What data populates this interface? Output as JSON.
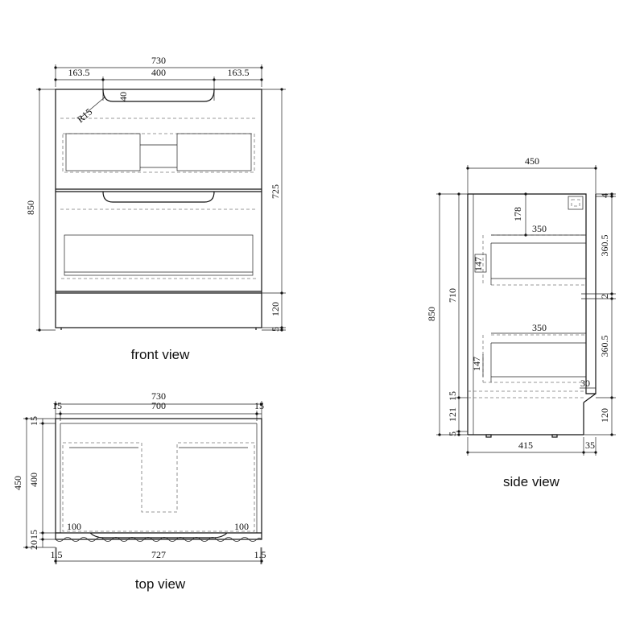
{
  "front_view": {
    "caption": "front view",
    "dims": {
      "overall_width": "730",
      "left_margin": "163.5",
      "handle_width": "400",
      "right_margin": "163.5",
      "handle_depth": "40",
      "handle_radius": "R15",
      "overall_height": "850",
      "body_height": "725",
      "plinth_height": "120",
      "foot_gap": "5"
    }
  },
  "top_view": {
    "caption": "top view",
    "dims": {
      "overall_width": "730",
      "left_side": "15",
      "inner_width": "700",
      "right_side": "15",
      "overall_depth": "450",
      "back_panel": "15",
      "inner_depth": "400",
      "front_gap_a": "20",
      "front_gap_b": "15",
      "left_cutout": "100",
      "right_cutout": "100",
      "bottom_left_offset": "1.5",
      "bottom_width": "727",
      "bottom_right_offset": "1.5"
    }
  },
  "side_view": {
    "caption": "side view",
    "dims": {
      "overall_depth": "450",
      "top_gap": "4",
      "drawer_top_offset": "178",
      "drawer_depth_1": "350",
      "drawer_height_1": "360.5",
      "rail_offset": "147",
      "mid_gap": "2",
      "drawer_depth_2": "350",
      "drawer_height_2": "360.5",
      "lower_offset": "147",
      "front_thickness": "30",
      "base_rail": "15",
      "plinth_height": "121",
      "foot_gap": "5",
      "plinth_height_right": "120",
      "overall_height": "850",
      "body_height": "710",
      "carcass_depth": "415",
      "front_depth": "35"
    }
  }
}
